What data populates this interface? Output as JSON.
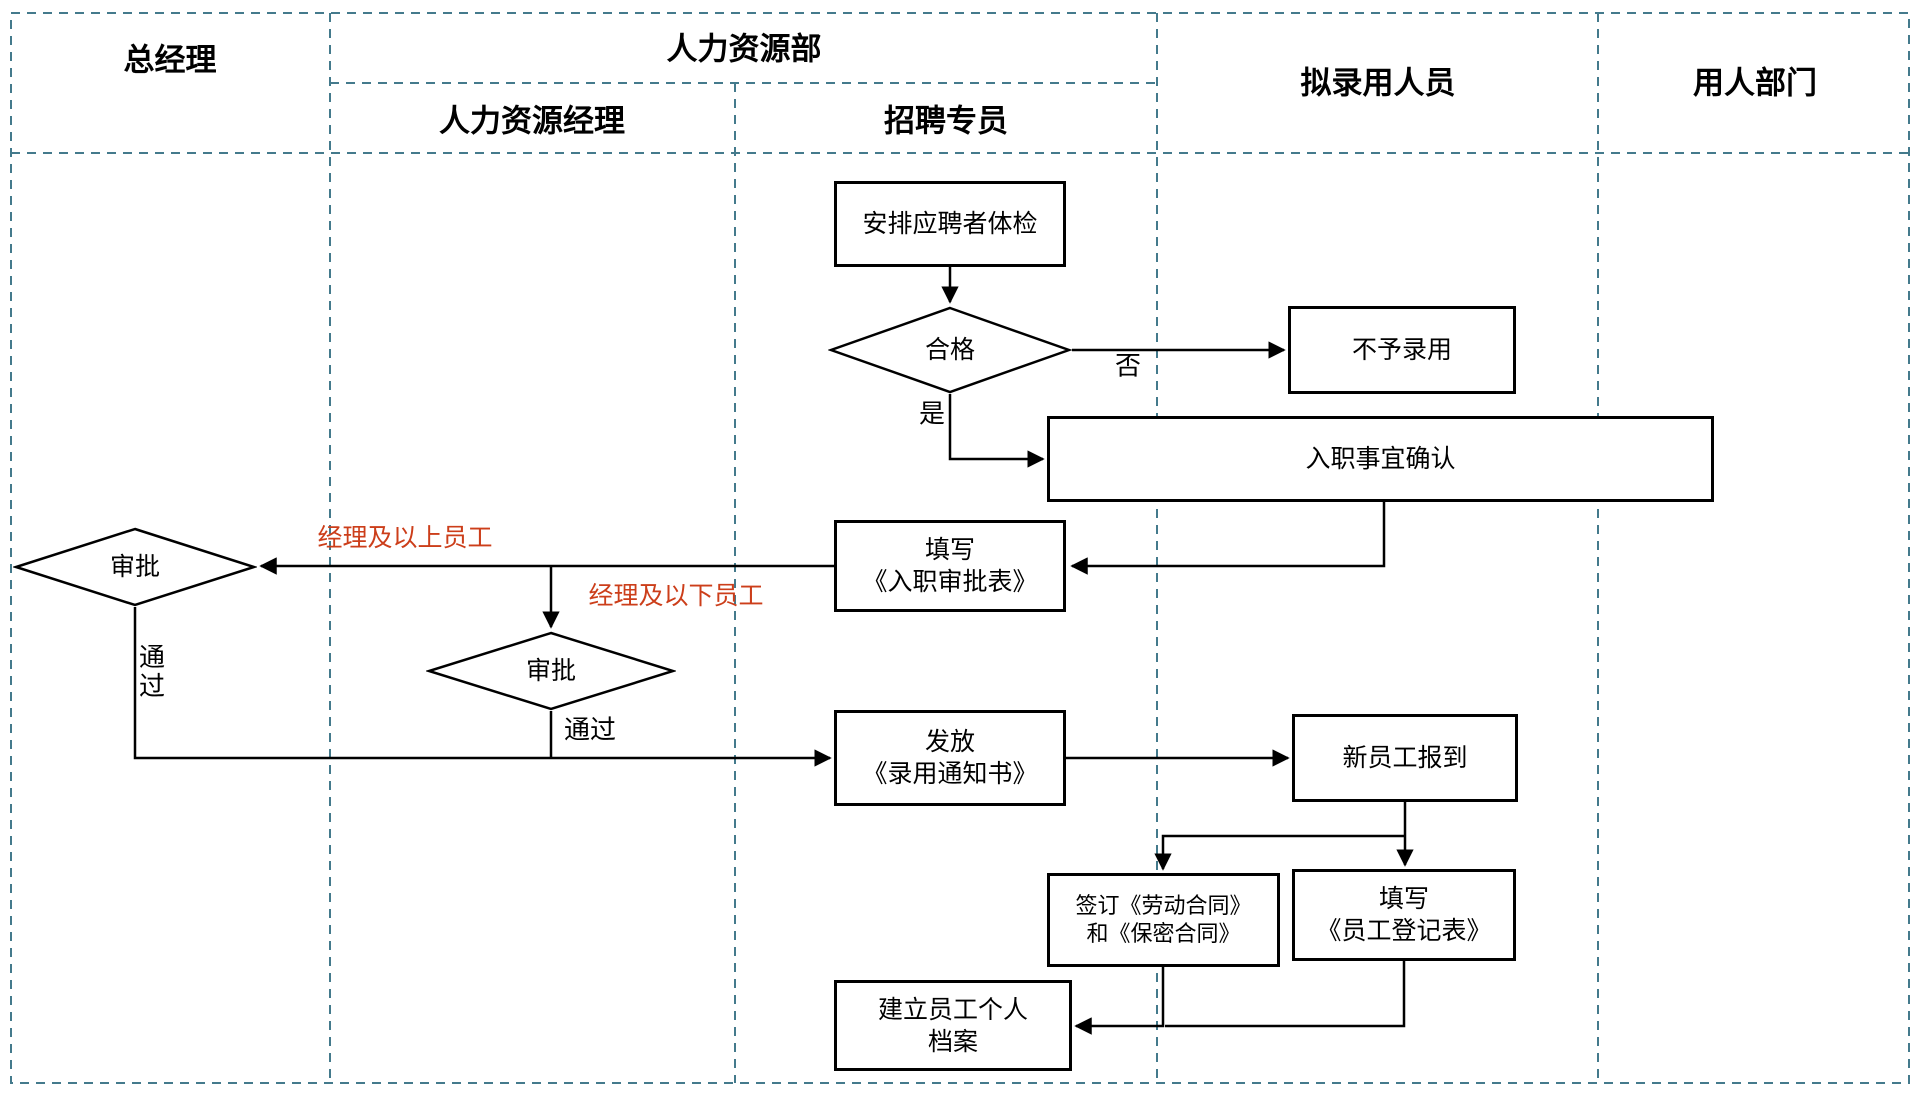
{
  "diagram": {
    "lanes": {
      "gm": "总经理",
      "hr_dept": "人力资源部",
      "hr_manager": "人力资源经理",
      "recruiter": "招聘专员",
      "candidate": "拟录用人员",
      "hiring_dept": "用人部门"
    },
    "nodes": {
      "arrange_checkup": "安排应聘者体检",
      "qualified": "合格",
      "not_hired": "不予录用",
      "onboarding_confirm": "入职事宜确认",
      "fill_approval_form": "填写\n《入职审批表》",
      "approval_gm": "审批",
      "approval_hr": "审批",
      "issue_offer": "发放\n《录用通知书》",
      "new_employee_report": "新员工报到",
      "sign_contracts": "签订《劳动合同》\n和《保密合同》",
      "fill_registration": "填写\n《员工登记表》",
      "create_file": "建立员工个人\n档案"
    },
    "edge_labels": {
      "no": "否",
      "yes": "是",
      "manager_above": "经理及以上员工",
      "manager_below": "经理及以下员工",
      "pass_gm": "通\n过",
      "pass_hr": "通过"
    },
    "colors": {
      "lane_border": "#447a8c",
      "node_border": "#000000",
      "edge": "#000000",
      "highlight_label": "#cc3e1a"
    }
  }
}
